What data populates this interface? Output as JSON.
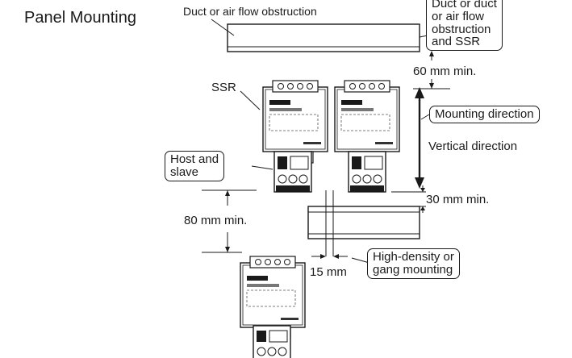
{
  "title": "Panel Mounting",
  "labels": {
    "duct_top": "Duct or air flow obstruction",
    "ssr": "SSR",
    "gap_top": "60 mm min.",
    "vertical_direction": "Vertical direction",
    "gap_middle": "30 mm min.",
    "gap_left": "80 mm min.",
    "gap_side": "15 mm"
  },
  "callouts": {
    "duct_ssr": [
      "Duct or duct",
      "or air flow",
      "obstruction",
      "and SSR"
    ],
    "mounting_direction": [
      "Mounting direction"
    ],
    "host_slave": [
      "Host and",
      "slave"
    ],
    "high_density": [
      "High-density or",
      "gang mounting"
    ]
  }
}
